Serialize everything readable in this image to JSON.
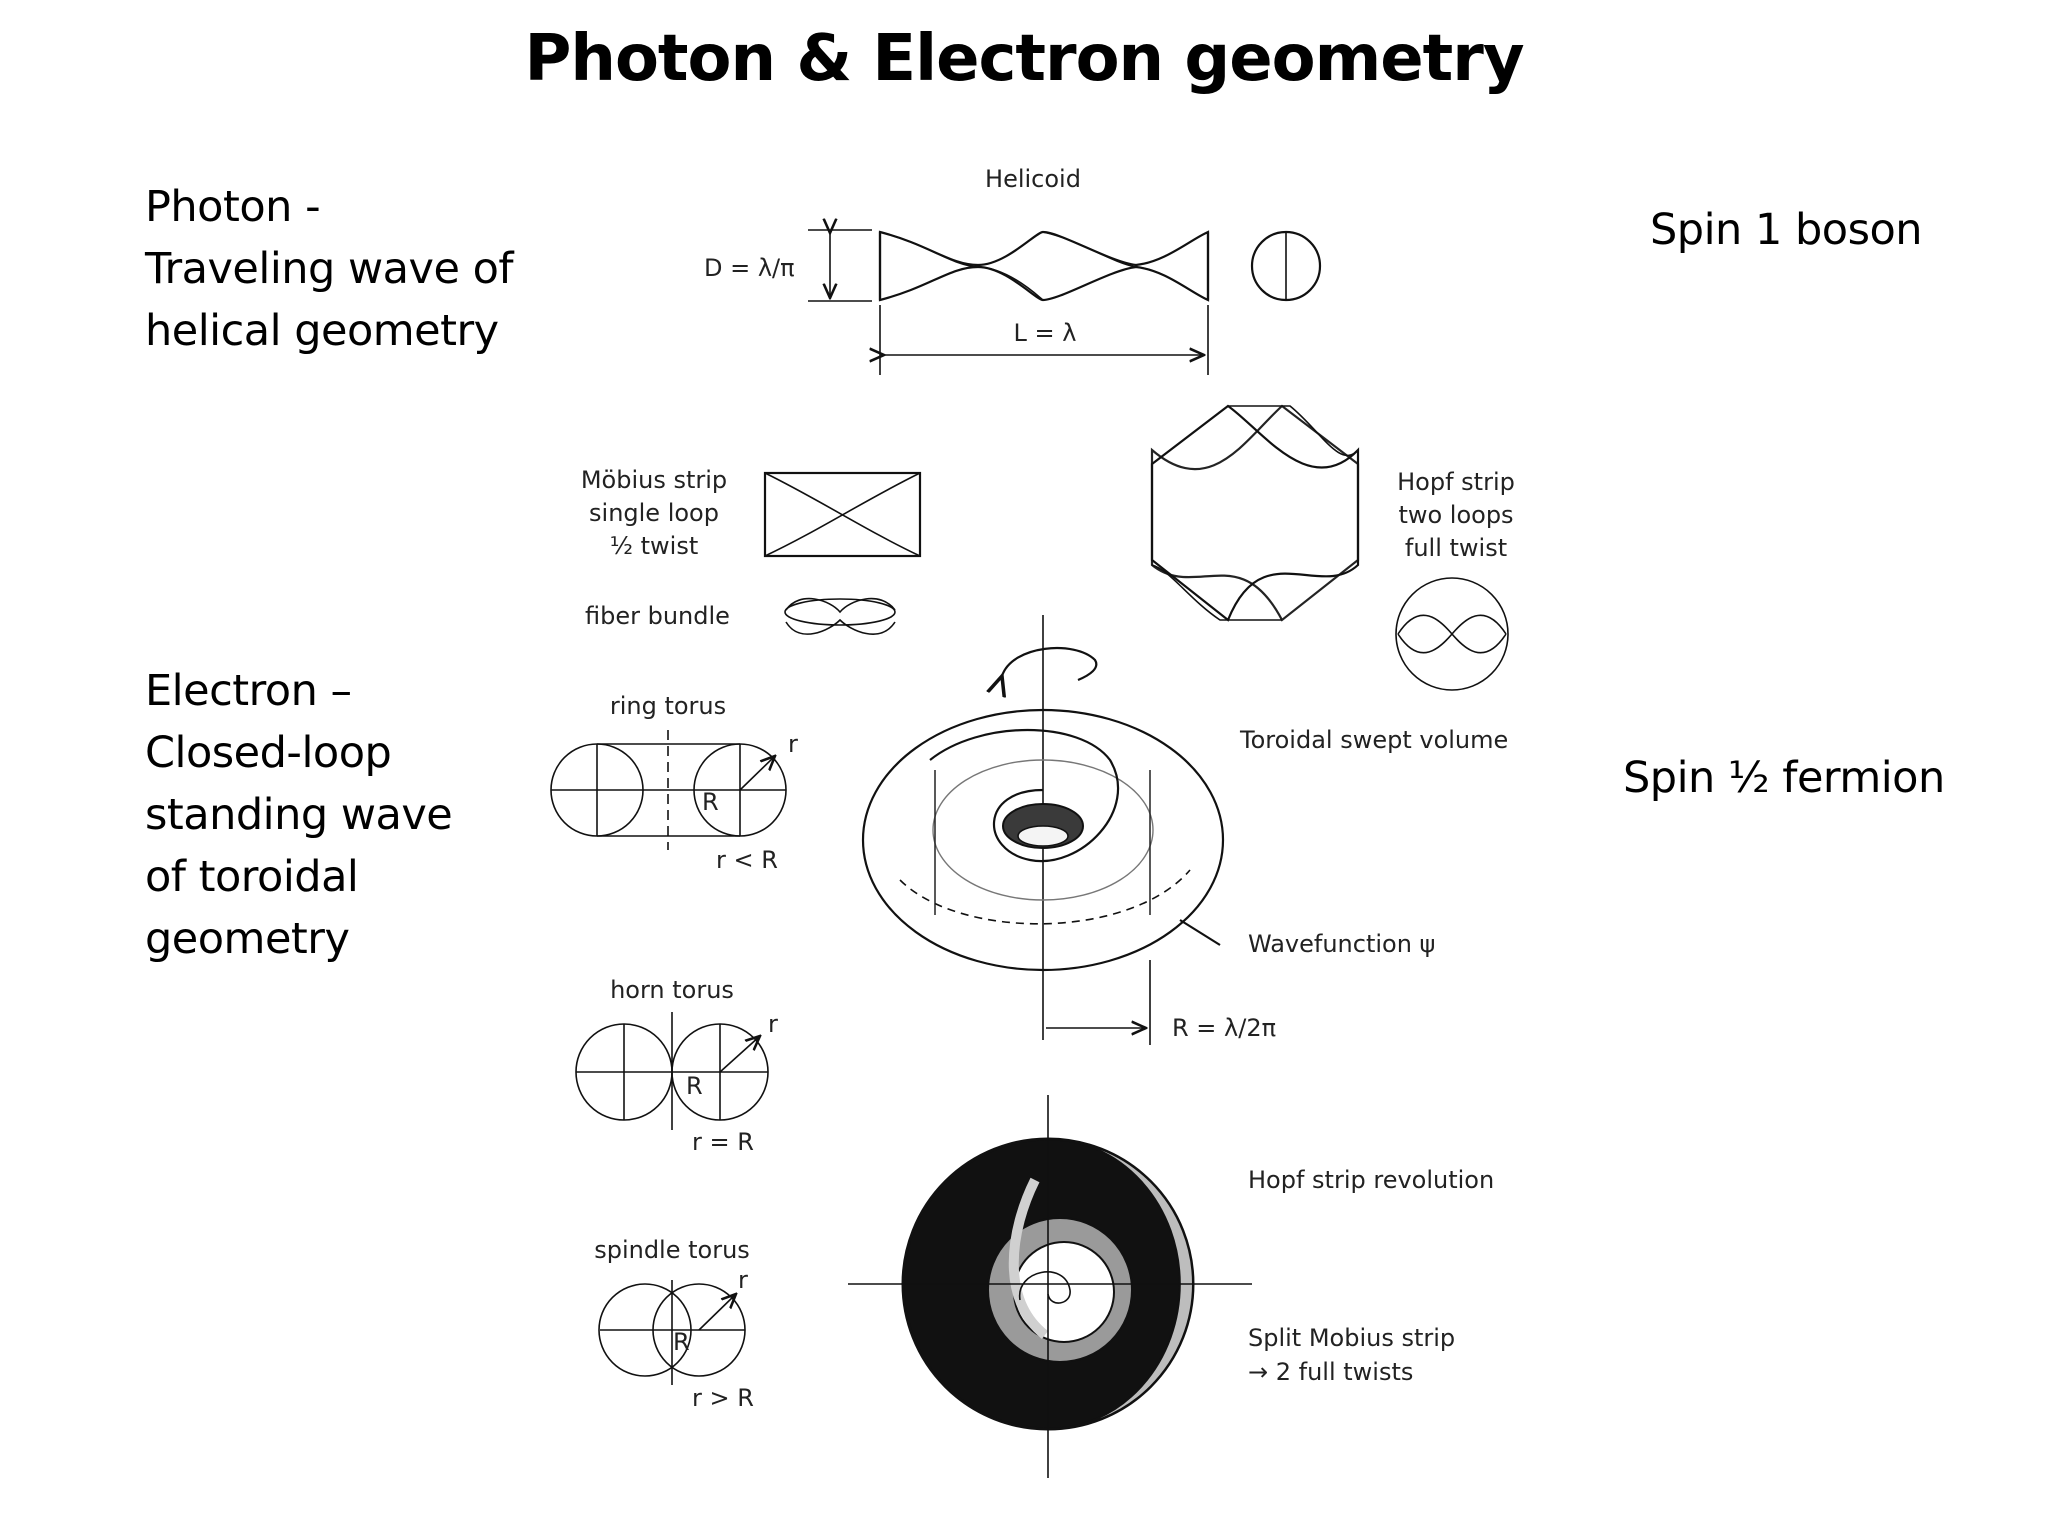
{
  "title": "Photon & Electron geometry",
  "photon": {
    "lines": [
      "Photon -",
      "Traveling wave of",
      "helical geometry"
    ],
    "spin": "Spin 1 boson"
  },
  "electron": {
    "lines": [
      "Electron –",
      "Closed-loop",
      "standing wave",
      "of toroidal",
      "geometry"
    ],
    "spin": "Spin ½ fermion"
  },
  "figure": {
    "helicoid": {
      "label": "Helicoid",
      "diameter": "D = λ/π",
      "length": "L = λ"
    },
    "mobius": {
      "lines": [
        "Möbius strip",
        "single loop",
        "½ twist"
      ]
    },
    "fiber_bundle": "fiber bundle",
    "hopf": {
      "lines": [
        "Hopf strip",
        "two loops",
        "full twist"
      ]
    },
    "ring_torus": {
      "label": "ring torus",
      "r": "r",
      "R": "R",
      "condition": "r < R"
    },
    "horn_torus": {
      "label": "horn torus",
      "r": "r",
      "R": "R",
      "condition": "r = R"
    },
    "spindle_torus": {
      "label": "spindle torus",
      "r": "r",
      "R": "R",
      "condition": "r > R"
    },
    "toroidal_swept_volume": "Toroidal swept volume",
    "wavefunction": "Wavefunction ψ",
    "radius": "R = λ/2π",
    "hopf_revolution": "Hopf strip revolution",
    "split_mobius": [
      "Split Mobius strip",
      "→  2 full twists"
    ]
  }
}
